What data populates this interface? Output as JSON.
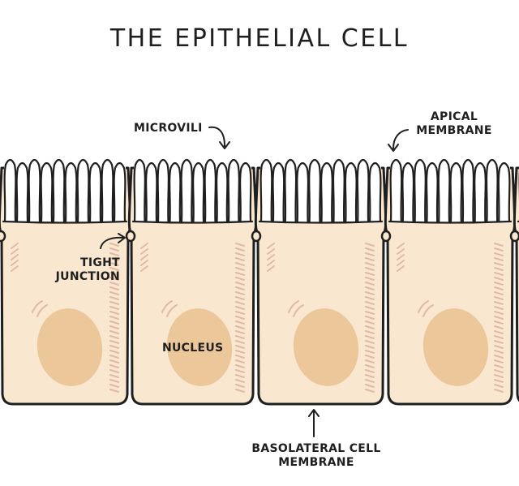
{
  "title": "THE EPITHELIAL CELL",
  "labels": {
    "microvili": "MICROVILI",
    "apical_line1": "APICAL",
    "apical_line2": "MEMBRANE",
    "tight_line1": "TIGHT",
    "tight_line2": "JUNCTION",
    "nucleus": "NUCLEUS",
    "basolateral_line1": "BASOLATERAL CELL",
    "basolateral_line2": "MEMBRANE"
  },
  "colors": {
    "cytoplasm": "#f9e7d0",
    "nucleus": "#ebc79a",
    "outline": "#1f1f1f",
    "hatching": "#e0b9a8"
  }
}
